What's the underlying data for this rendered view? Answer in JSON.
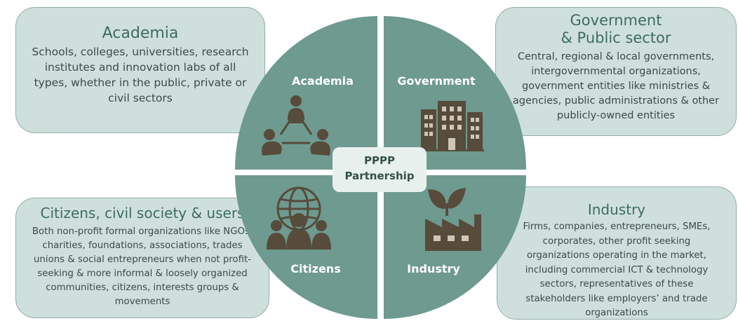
{
  "academia_box": {
    "title": "Academia",
    "text": "Schools, colleges, universities, research institutes and innovation labs of all types, whether in the public, private or civil sectors"
  },
  "government_box": {
    "title_line1": "Government",
    "title_line2": "& Public sector",
    "text": "Central, regional & local governments, intergovernmental organizations, government entities like ministries & agencies, public administrations & other publicly-owned entities"
  },
  "citizens_box": {
    "title": "Citizens, civil society & users",
    "text": "Both non-profit formal organizations like NGOs, charities, foundations, associations, trades unions & social entrepreneurs when not profit-seeking & more informal & loosely organized communities, citizens, interests groups  & movements"
  },
  "industry_box": {
    "title": "Industry",
    "text": "Firms, companies, entrepreneurs, SMEs, corporates, other profit seeking organizations operating in the market, including commercial ICT & technology sectors, representatives  of these stakeholders like employers’ and trade organizations"
  },
  "quadrants": {
    "academia": "Academia",
    "government": "Government",
    "citizens": "Citizens",
    "industry": "Industry"
  },
  "center": {
    "line1": "PPPP",
    "line2": "Partnership"
  },
  "icons": [
    "people-network-icon",
    "building-icon",
    "globe-people-icon",
    "factory-plant-icon"
  ],
  "colors": {
    "wheel": "#6e9a90",
    "box_fill": "#cfe0dc",
    "box_border": "#90ada6",
    "title": "#3e6b62",
    "icon": "#574b3b"
  }
}
